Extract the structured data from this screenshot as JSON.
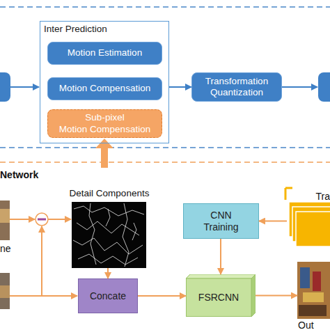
{
  "diagram": {
    "nodes": [
      {
        "text": [
          "Inter Prediction"
        ]
      },
      {
        "text": [
          "Motion Estimation"
        ],
        "in": 0
      },
      {
        "text": [
          "Motion Compensation"
        ],
        "in": 0
      },
      {
        "text": [
          "Sub-pixel Motion Compensation"
        ],
        "in": 0
      },
      {
        "text": [
          "Transformation Quantization"
        ]
      },
      {
        "text": [
          "Detail Components"
        ]
      },
      {
        "text": [
          "Concate"
        ]
      },
      {
        "text": [
          "CNN Training"
        ]
      },
      {
        "text": [
          "FSRCNN"
        ]
      },
      {
        "text": [
          "Tra"
        ]
      },
      {
        "text": [
          "Out"
        ]
      }
    ],
    "edges": [
      {
        "from": 0,
        "to": 4,
        "arrow": "to"
      },
      {
        "from": 5,
        "to": 6,
        "arrow": "to"
      },
      {
        "from": 9,
        "to": 7,
        "arrow": "to"
      },
      {
        "from": 7,
        "to": 8,
        "arrow": "to"
      },
      {
        "from": 6,
        "to": 8,
        "arrow": "to"
      },
      {
        "from": 8,
        "to": 10,
        "arrow": "to"
      }
    ],
    "labels": [
      "Network",
      "ne"
    ]
  }
}
